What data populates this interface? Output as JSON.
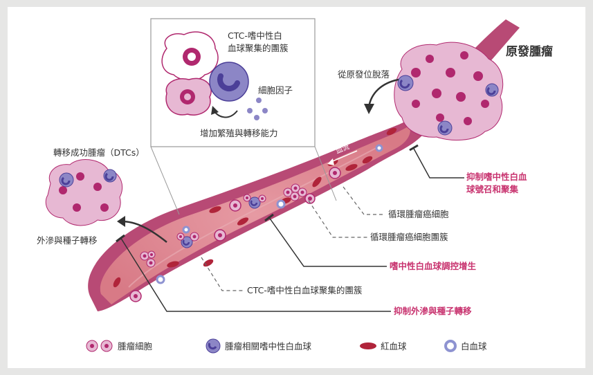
{
  "colors": {
    "tumor_cell": "#e7b8d3",
    "tumor_nucleus": "#b0286e",
    "neutrophil": "#8c86c6",
    "neutrophil_nucleus": "#4b3f98",
    "red_cell": "#b0243a",
    "white_cell": "#8e93d1",
    "vessel": "#c25c82",
    "label_pink": "#c8336f"
  },
  "labels": {
    "primary_tumor": "原發腫瘤",
    "detach": "從原發位脫落",
    "inset_cluster": "CTC-嗜中性白血球聚集的團簇",
    "inset_cytokine": "細胞因子",
    "inset_proliferation": "增加繁殖與轉移能力",
    "dtc": "轉移成功腫瘤（DTCs）",
    "extravasation": "外滲與種子轉移",
    "blood_flow": "血流",
    "inhibit_recruit": "抑制嗜中性白血球號召和聚集",
    "ctc": "循環腫瘤癌細胞",
    "ctc_cluster": "循環腫瘤癌細胞團簇",
    "neutro_regulate": "嗜中性白血球調控增生",
    "ctc_neutro_cluster": "CTC-嗜中性白血球聚集的團簇",
    "inhibit_extravasation": "抑制外滲與種子轉移"
  },
  "legend": {
    "tumor_cell": "腫瘤細胞",
    "tan": "腫瘤相關嗜中性白血球",
    "rbc": "紅血球",
    "wbc": "白血球"
  }
}
